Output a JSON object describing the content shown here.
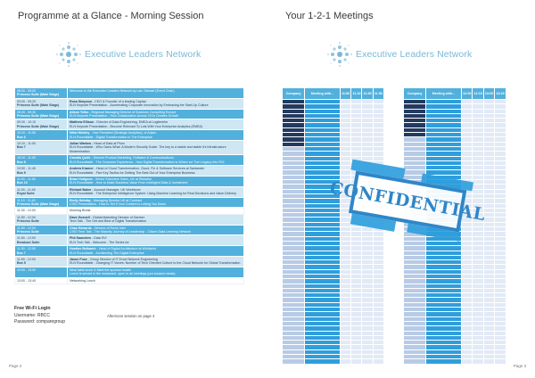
{
  "left_page": {
    "title": "Programme at a Glance - Morning Session",
    "logo_text": "Executive Leaders Network",
    "schedule": [
      {
        "time": "08:00 - 09:00",
        "room": "Princess Suite (Main Stage)",
        "desc": "Welcome to the Executive Leaders Network by Lain Stewart (Event Chair)",
        "name": "",
        "style": "blue"
      },
      {
        "time": "09:00 - 09:20",
        "room": "Princess Suite (Main Stage)",
        "name": "Rosa Simpson",
        "desc": " - CEO & Founder of a leading Capital",
        "extra": "ELN Keynote Presentation - Accelerating Corporate Innovation by Embracing the Start-Up Culture",
        "style": "light"
      },
      {
        "time": "09:20 - 09:30",
        "room": "Princess Suite (Main Stage)",
        "name": "Alison Yelko",
        "desc": " - Regional Managing Director of Solutions Consulting Europe",
        "extra": "ELN Keynote Presentation - How Collaboration Across CIOs Creates Growth",
        "style": "blue"
      },
      {
        "time": "09:30 - 10:10",
        "room": "Princess Suite (Main Stage)",
        "name": "Matthew Ellison",
        "desc": " - Director of Data Engineering, EMEA at Logitechtm",
        "extra": "ELN Keynote Presentation - Become Relevant To Lots With Your Enterprise Analytics (EMEA)",
        "style": "light"
      },
      {
        "time": "10:10 - 11:00",
        "room": "Box 6",
        "name": "Nikki Hinkley",
        "desc": " - Vice President (Strategic Analytics), of Adyen",
        "extra": "ELN Roundtable - Digital Transformation in The Enterprise",
        "style": "blue"
      },
      {
        "time": "10:10 - 11:00",
        "room": "Box 7",
        "name": "Julian Warlow",
        "desc": " - Head of Data at Plum",
        "extra": "ELN Roundtable - Who Owns What: A Modern Security Guide. The key to a stable and stable it's Infrastructure Modernisation",
        "style": "light"
      },
      {
        "time": "10:10 - 11:00",
        "room": "Box 8",
        "name": "Claudia Quirk",
        "desc": " - Director Product Marketing, Software & Communications",
        "extra": "ELN Roundtable - The Customer Experience - How Digital Transformation is Where we Turn Legacy Into ROI",
        "style": "blue"
      },
      {
        "time": "10:50 - 11:45",
        "room": "Box 9",
        "name": "Andrew Kramer",
        "desc": " - Head of Cloud Transformation, Cloud, Fin & Software Services at Santander",
        "extra": "ELN Roundtable - Five Key Tactics for Getting The Best Out of Your Enterprise Business",
        "style": "light"
      },
      {
        "time": "11:00 - 11:45",
        "room": "Box 10",
        "name": "Brian Hodgson",
        "desc": " - Senior Executive Sales, UK at Riskwise",
        "extra": "ELN Roundtable - How to Make Business Value From Intelligent Data & Investment",
        "style": "blue"
      },
      {
        "time": "11:00 - 11:45",
        "room": "Royal Suite",
        "name": "Richard Baker",
        "desc": " - Account Manager, UK Workforce",
        "extra": "ELN Roundtable - The Enterprise Intelligence System: Using Machine Learning for Real Decisions and Value Delivery",
        "style": "light"
      },
      {
        "time": "11:10 - 11:40",
        "room": "Princess Suite (Main Stage)",
        "name": "Emily Hobday",
        "desc": " - Managing Director UK at Contract",
        "extra": "CISO Presentation - How to Tell If Your Content is Letting You Down",
        "style": "blue"
      },
      {
        "time": "11:30 - 12:00",
        "room": "",
        "name": "",
        "desc": "Morning Break",
        "extra": "",
        "style": "plain"
      },
      {
        "time": "11:50 - 12:00",
        "room": "Princess Suite",
        "name": "Dave Gosnell",
        "desc": " - Global Marketing Director of Gartner",
        "extra": "Tech Talk - The Grit and Best of Digital Transformation",
        "style": "light"
      },
      {
        "time": "11:50 - 12:00",
        "room": "Princess Suite",
        "name": "Chas Edwards",
        "desc": " - Director of Rovio Intel",
        "extra": "CISO Tech Talk - The Maturity Journey of Leadership - Citizen Data Learning Network",
        "style": "blue"
      },
      {
        "time": "11:50 - 12:00",
        "room": "Breakout Suite",
        "name": "Phil Saunders",
        "desc": " - Data SVI",
        "extra": "ELN Tech Talk - Welcome - The Series for",
        "style": "light"
      },
      {
        "time": "11:50 - 12:00",
        "room": "Box 7",
        "name": "Heather Belhamir",
        "desc": " - Head of Digital Architecture at Whirlwind",
        "extra": "ELN Roundtable - Architecting The Digital Enterprise",
        "style": "blue"
      },
      {
        "time": "11:50 - 12:00",
        "room": "Box 5",
        "name": "Jason Fuse",
        "desc": " - Group Director of IT Excel Network Engineering",
        "extra": "ELN Roundtable - Changing IT Voices: Number of Tech Oriented Culture to the Cloud Network for Global Transformation",
        "style": "light"
      },
      {
        "time": "12:00 - 13:00",
        "room": "",
        "name": "",
        "desc": "Meal table lunch & Meet the sponsor bustle",
        "extra": "Lunch is served in the restaurant, open to all meetings (pre-booked meals)",
        "style": "blue"
      },
      {
        "time": "13:00 - 13:40",
        "room": "",
        "name": "",
        "desc": "Networking Lunch",
        "extra": "",
        "style": "plain"
      }
    ],
    "wifi": {
      "title": "Free Wi-Fi Login",
      "username": "Username: RBCC",
      "password": "Password: comparegroup"
    },
    "afternoon_note": "Afternoon session on page 4",
    "page_number": "Page 2"
  },
  "right_page": {
    "title": "Your 1-2-1 Meetings",
    "logo_text": "Executive Leaders Network",
    "table_left": {
      "headers": [
        "Company",
        "Meeting with...",
        "11:00",
        "11:10",
        "11:30",
        "11:50"
      ]
    },
    "table_right": {
      "headers": [
        "Company",
        "Meeting with...",
        "12:00",
        "12:10",
        "13:00",
        "13:20"
      ]
    },
    "stamp_text": "CONFIDENTIAL",
    "page_number": "Page 3"
  },
  "colors": {
    "accent": "#52b0dc",
    "meeting": "#2f9edc",
    "company": "#b8cbe6",
    "company_dark": "#243a5e",
    "light": "#cfe6f3"
  }
}
